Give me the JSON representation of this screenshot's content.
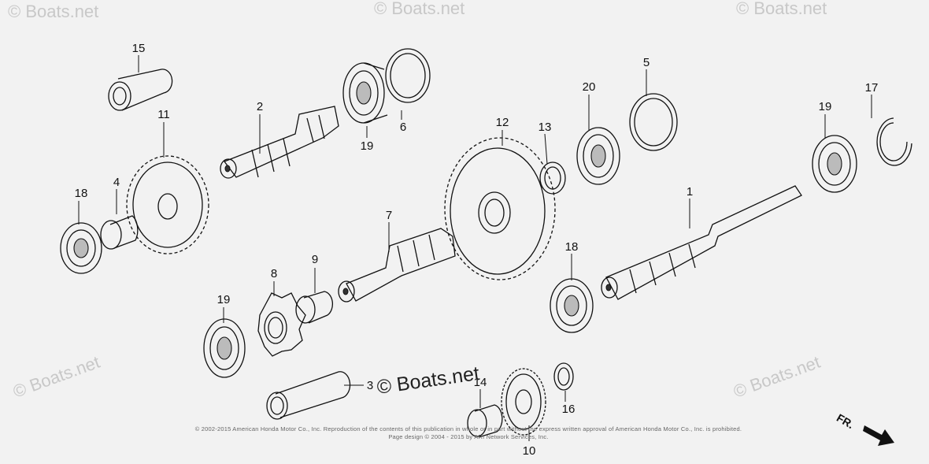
{
  "watermarks": {
    "corner": "© Boats.net",
    "center": "© Boats.net"
  },
  "callouts": {
    "p1": "1",
    "p2": "2",
    "p3": "3",
    "p4": "4",
    "p5": "5",
    "p6": "6",
    "p7": "7",
    "p8": "8",
    "p9": "9",
    "p10": "10",
    "p11": "11",
    "p12": "12",
    "p13": "13",
    "p14": "14",
    "p15": "15",
    "p16": "16",
    "p17": "17",
    "p18a": "18",
    "p18b": "18",
    "p19a": "19",
    "p19b": "19",
    "p19c": "19",
    "p20": "20"
  },
  "copyright": {
    "line1": "© 2002-2015 American Honda Motor Co., Inc. Reproduction of the contents of this publication in whole or in part without the express written approval of American Honda Motor Co., Inc. is prohibited.",
    "line2": "Page design © 2004 - 2015 by ARI Network Services, Inc."
  },
  "direction_label": "FR.",
  "colors": {
    "background": "#f2f2f2",
    "ink": "#111111",
    "watermark": "#c8c8c8"
  }
}
